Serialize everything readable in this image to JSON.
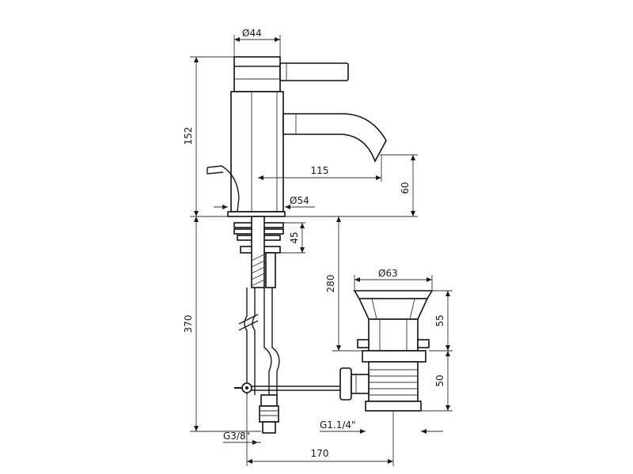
{
  "dimensions": {
    "top_diameter": "Ø44",
    "overall_height": "152",
    "spout_reach": "115",
    "spout_height": "60",
    "base_diameter": "Ø54",
    "fixing_depth": "45",
    "tail_length": "370",
    "drain_depth": "280",
    "waste_diameter": "Ø63",
    "waste_flange_height": "55",
    "waste_body_height": "50",
    "supply_thread": "G3/8\"",
    "waste_thread": "G1.1/4\"",
    "horizontal_offset": "170"
  }
}
